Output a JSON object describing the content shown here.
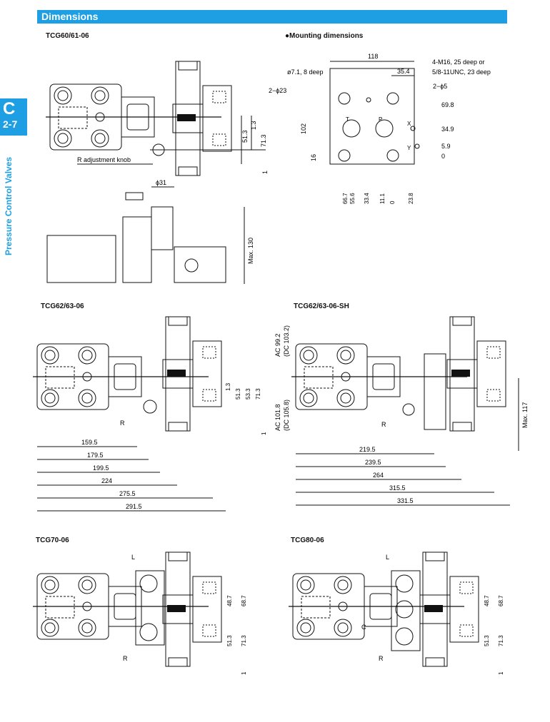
{
  "header": {
    "title": "Dimensions"
  },
  "side_tab": {
    "letter": "C",
    "number": "2-7",
    "section": "Pressure Control Valves"
  },
  "sections": {
    "tcg60": "TCG60/61-06",
    "mounting": "●Mounting dimensions",
    "tcg62": "TCG62/63-06",
    "tcg62sh": "TCG62/63-06-SH",
    "tcg70": "TCG70-06",
    "tcg80": "TCG80-06"
  },
  "tcg60_dims": {
    "knob": "R adjustment knob",
    "d1": "1.3",
    "d2": "51.3",
    "d3": "71.3",
    "d4": "1",
    "phi": "ϕ31",
    "max": "Max. 130"
  },
  "mounting_dims": {
    "w118": "118",
    "d354": "35.4",
    "bolt1": "4-M16, 25 deep or",
    "bolt2": "5/8-11UNC, 23 deep",
    "pin": "ø7.1, 8 deep",
    "hole23": "2−ϕ23",
    "hole5": "2−ϕ5",
    "h102": "102",
    "h16": "16",
    "y698": "69.8",
    "y349": "34.9",
    "y59": "5.9",
    "y0": "0",
    "x667": "66.7",
    "x556": "55.6",
    "x334": "33.4",
    "x111": "11.1",
    "x0": "0",
    "x238": "23.8",
    "portT": "T",
    "portP": "P",
    "portX": "X",
    "portY": "Y"
  },
  "tcg62_dims": {
    "r": "R",
    "ac1": "AC 99.2",
    "dc1": "(DC 103.2)",
    "ac2": "AC 101.8",
    "dc2": "(DC 105.8)",
    "d1": "1.3",
    "d2": "51.3",
    "d3": "53.3",
    "d4": "71.3",
    "d5": "1",
    "widths": [
      "159.5",
      "179.5",
      "199.5",
      "224",
      "275.5",
      "291.5"
    ]
  },
  "tcg62sh_dims": {
    "r": "R",
    "max": "Max. 117",
    "widths": [
      "219.5",
      "239.5",
      "264",
      "315.5",
      "331.5"
    ]
  },
  "tcg70_dims": {
    "l": "L",
    "r": "R",
    "d1": "48.7",
    "d2": "68.7",
    "d3": "51.3",
    "d4": "71.3",
    "d5": "1"
  },
  "tcg80_dims": {
    "l": "L",
    "c": "C",
    "r": "R",
    "d1": "48.7",
    "d2": "68.7",
    "d3": "51.3",
    "d4": "71.3",
    "d5": "1"
  }
}
